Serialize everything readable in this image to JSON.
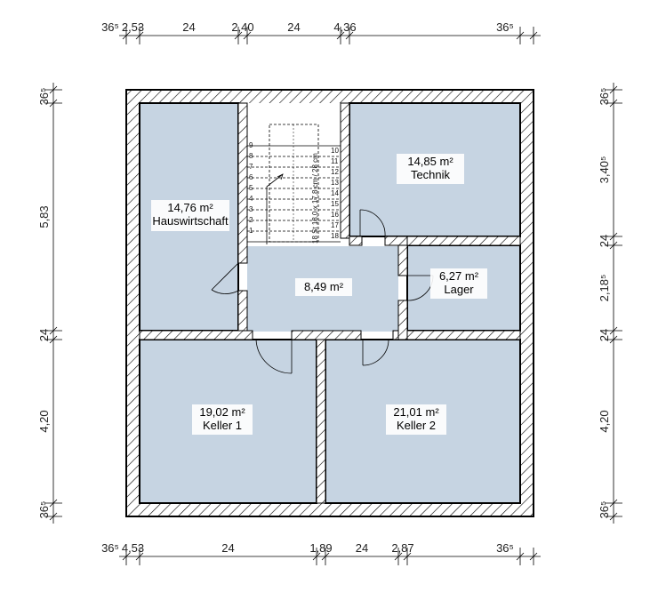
{
  "dims": {
    "top": [
      "36⁵",
      "2,53",
      "24",
      "2,40",
      "24",
      "4,36",
      "36⁵"
    ],
    "bottom": [
      "36⁵",
      "4,53",
      "24",
      "1,89",
      "24",
      "2,87",
      "36⁵"
    ],
    "left": [
      "36⁵",
      "5,83",
      "24",
      "4,20",
      "36⁵"
    ],
    "right": [
      "36⁵",
      "3,40⁵",
      "24",
      "2,18⁵",
      "24",
      "4,20",
      "36⁵"
    ]
  },
  "rooms": {
    "hauswirtschaft": {
      "area": "14,76 m²",
      "name": "Hauswirtschaft"
    },
    "technik": {
      "area": "14,85 m²",
      "name": "Technik"
    },
    "flur": {
      "area": "8,49 m²",
      "name": ""
    },
    "lager": {
      "area": "6,27 m²",
      "name": "Lager"
    },
    "keller1": {
      "area": "19,02 m²",
      "name": "Keller 1"
    },
    "keller2": {
      "area": "21,01 m²",
      "name": "Keller 2"
    }
  },
  "stairs": {
    "label": "18 St 18,0 x 17,8 cm / 28 cm",
    "left_steps": [
      "1",
      "2",
      "3",
      "4",
      "5",
      "6",
      "7",
      "8",
      "9"
    ],
    "right_steps": [
      "10",
      "11",
      "12",
      "13",
      "14",
      "15",
      "16",
      "17",
      "18"
    ]
  },
  "colors": {
    "room_fill": "#c6d4e2",
    "wall": "#000000",
    "hatch": "#000000"
  }
}
